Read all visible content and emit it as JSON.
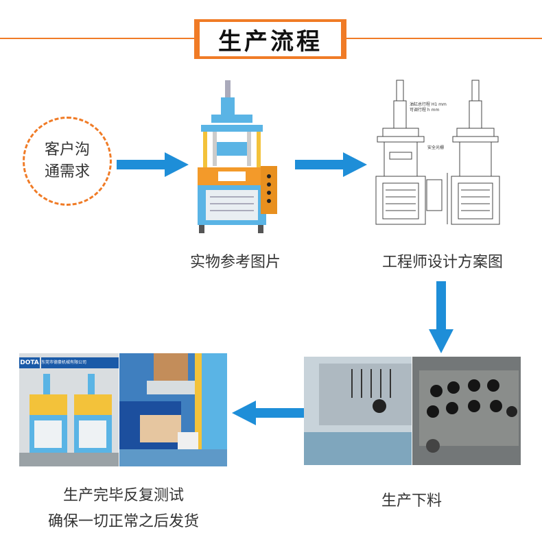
{
  "header": {
    "title": "生产流程"
  },
  "colors": {
    "accent": "#f07b26",
    "arrow": "#1e8ed8",
    "machine_blue": "#5ab4e5",
    "machine_orange": "#f39a2a"
  },
  "steps": {
    "customer": {
      "line1": "客户沟",
      "line2": "通需求"
    },
    "photo": {
      "caption": "实物参考图片"
    },
    "design": {
      "caption": "工程师设计方案图",
      "annotations": {
        "stroke_total": "油缸总行程 H1  mm",
        "stroke_adjustable": "可调行程  h  mm",
        "safety": "安全光栅"
      }
    },
    "material": {
      "caption": "生产下料"
    },
    "testing": {
      "caption_line1": "生产完毕反复测试",
      "caption_line2": "确保一切正常之后发货",
      "sign_text": "东莞市德豪机械有限公司",
      "logo": "DOTA"
    }
  }
}
